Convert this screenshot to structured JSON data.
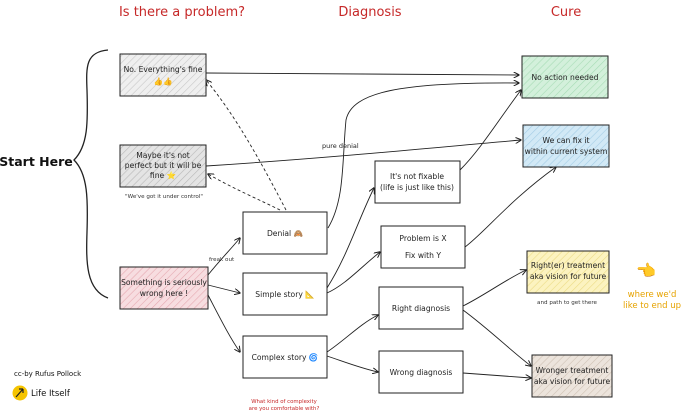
{
  "headers": {
    "problem": "Is there a problem?",
    "diagnosis": "Diagnosis",
    "cure": "Cure"
  },
  "start": "Start Here",
  "nodes": {
    "fine": [
      "No. Everything's fine",
      "👍👍"
    ],
    "maybe": [
      "Maybe it's not",
      "perfect but it will be",
      "fine ⭐"
    ],
    "serious": [
      "Something is seriously",
      "wrong here !"
    ],
    "denial": [
      "Denial 🙈"
    ],
    "simple": [
      "Simple story 📐"
    ],
    "complex": [
      "Complex story 🌀"
    ],
    "notfixable": [
      "It's not fixable",
      "(life is just like this)"
    ],
    "problemx": [
      "Problem is X",
      "",
      "Fix with Y"
    ],
    "right": [
      "Right diagnosis"
    ],
    "wrong": [
      "Wrong diagnosis"
    ],
    "noaction": [
      "No action needed"
    ],
    "fixit": [
      "We can fix it",
      "within current system"
    ],
    "righter": [
      "Right(er) treatment",
      "aka vision for future"
    ],
    "wronger": [
      "Wronger treatment",
      "aka vision for future"
    ]
  },
  "notes": {
    "control": "\"We've got it under control\"",
    "freakout": "freak out",
    "puredenial": "pure denial",
    "path": "and path to get there",
    "complexity": [
      "What kind of complexity",
      "are you comfortable with?"
    ],
    "goal": [
      "where we'd",
      "like to end up"
    ]
  },
  "goal_icon": "👈",
  "credit": "cc-by Rufus Pollock",
  "brand": "Life Itself",
  "colors": {
    "header_red": "#c62828",
    "start_fill": "#ececec",
    "maybe_fill": "#e3e3e3",
    "serious_fill": "#f3d2d6",
    "green": "#c9ecd3",
    "blue": "#c7e3f3",
    "yellow": "#fbf0b0",
    "beige": "#e7ddd3",
    "goal": "#e6a300"
  }
}
